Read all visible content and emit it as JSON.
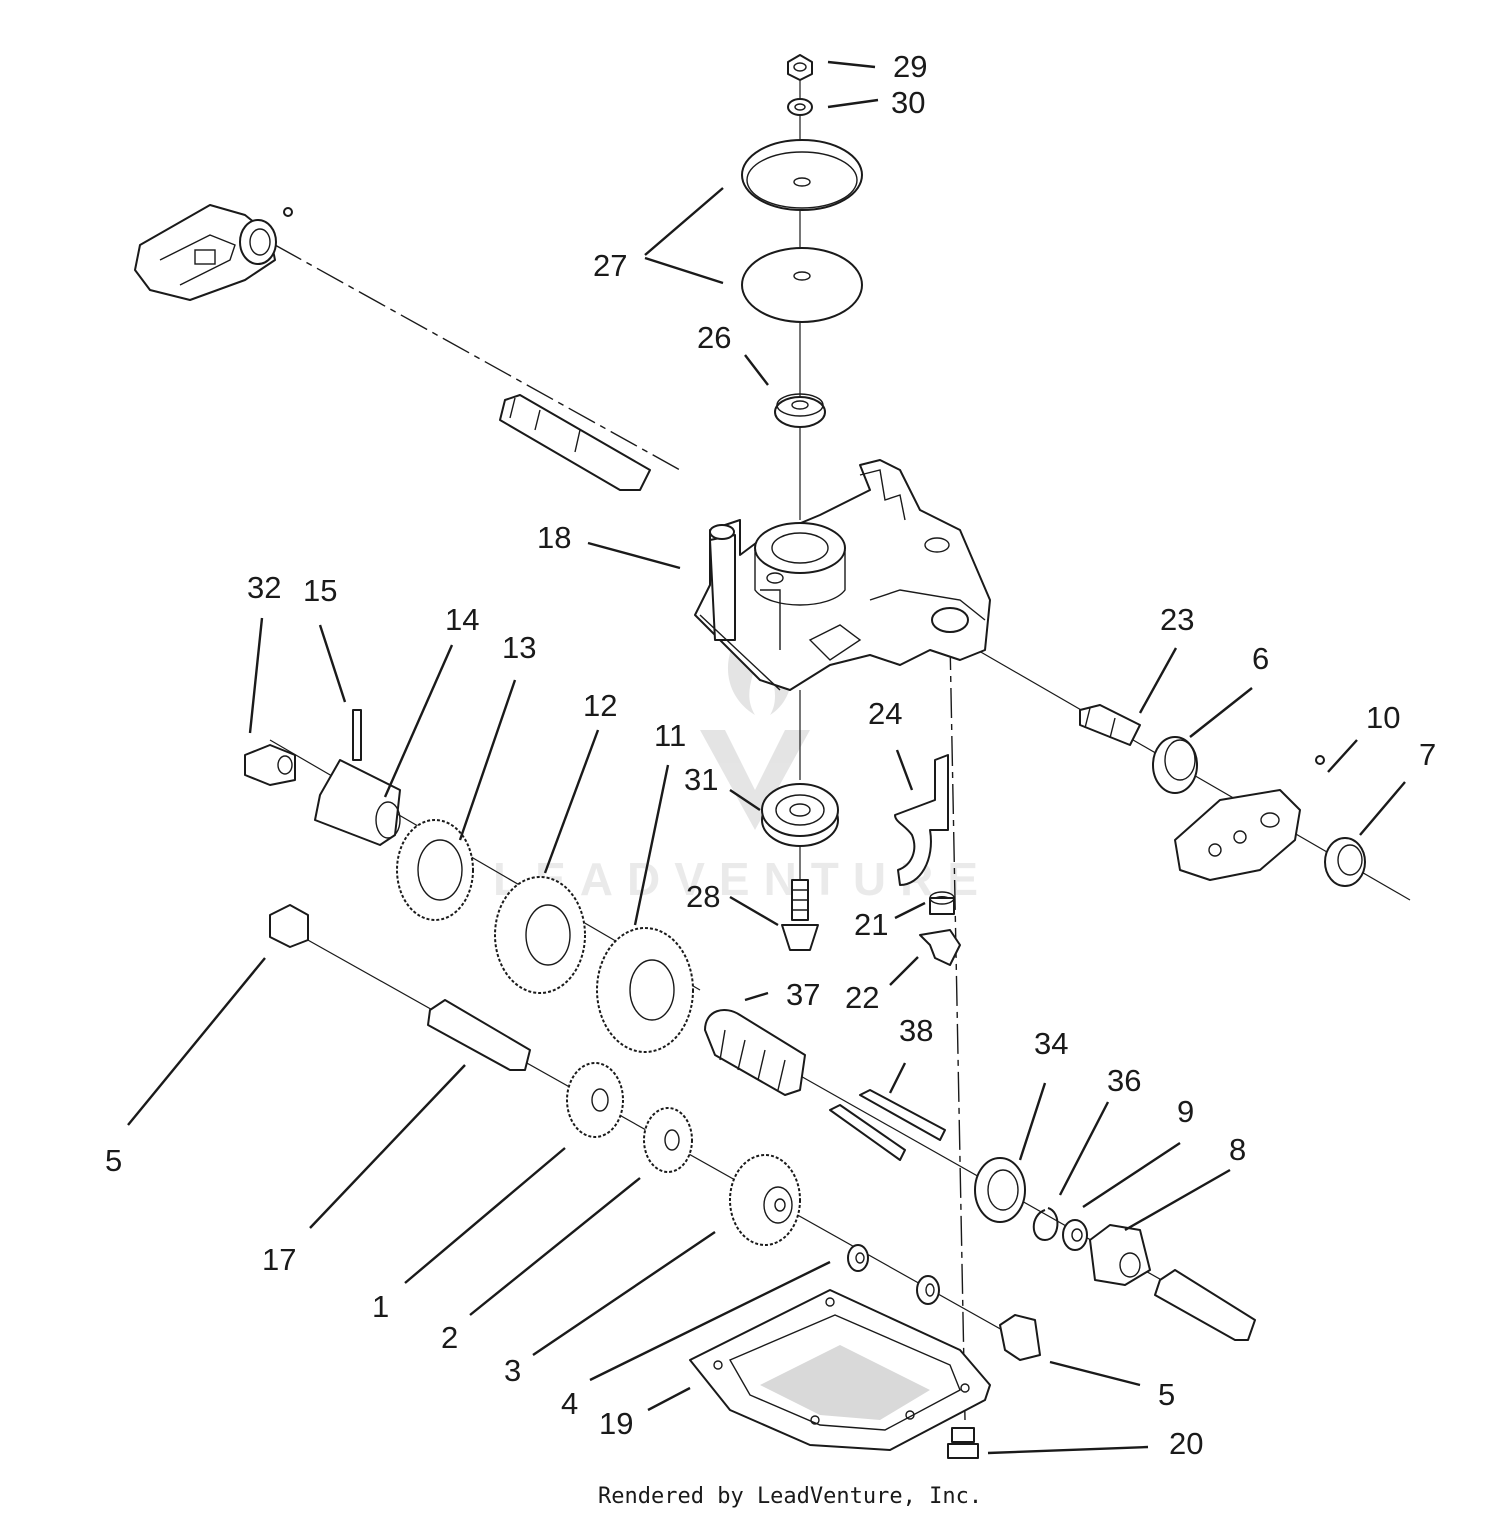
{
  "diagram": {
    "parts": [
      {
        "id": "p1",
        "label": "1"
      },
      {
        "id": "p2",
        "label": "2"
      },
      {
        "id": "p3",
        "label": "3"
      },
      {
        "id": "p4",
        "label": "4"
      },
      {
        "id": "p5a",
        "label": "5"
      },
      {
        "id": "p5b",
        "label": "5"
      },
      {
        "id": "p6",
        "label": "6"
      },
      {
        "id": "p7",
        "label": "7"
      },
      {
        "id": "p8",
        "label": "8"
      },
      {
        "id": "p9",
        "label": "9"
      },
      {
        "id": "p10",
        "label": "10"
      },
      {
        "id": "p11",
        "label": "11"
      },
      {
        "id": "p12",
        "label": "12"
      },
      {
        "id": "p13",
        "label": "13"
      },
      {
        "id": "p14",
        "label": "14"
      },
      {
        "id": "p15",
        "label": "15"
      },
      {
        "id": "p17",
        "label": "17"
      },
      {
        "id": "p18",
        "label": "18"
      },
      {
        "id": "p19",
        "label": "19"
      },
      {
        "id": "p20",
        "label": "20"
      },
      {
        "id": "p21",
        "label": "21"
      },
      {
        "id": "p22",
        "label": "22"
      },
      {
        "id": "p23",
        "label": "23"
      },
      {
        "id": "p24",
        "label": "24"
      },
      {
        "id": "p26",
        "label": "26"
      },
      {
        "id": "p27",
        "label": "27"
      },
      {
        "id": "p28",
        "label": "28"
      },
      {
        "id": "p29",
        "label": "29"
      },
      {
        "id": "p30",
        "label": "30"
      },
      {
        "id": "p31",
        "label": "31"
      },
      {
        "id": "p32",
        "label": "32"
      },
      {
        "id": "p34",
        "label": "34"
      },
      {
        "id": "p36",
        "label": "36"
      },
      {
        "id": "p37",
        "label": "37"
      },
      {
        "id": "p38",
        "label": "38"
      }
    ]
  },
  "watermark": {
    "text": "LEADVENTURE"
  },
  "footer": {
    "credit": "Rendered by LeadVenture, Inc."
  }
}
